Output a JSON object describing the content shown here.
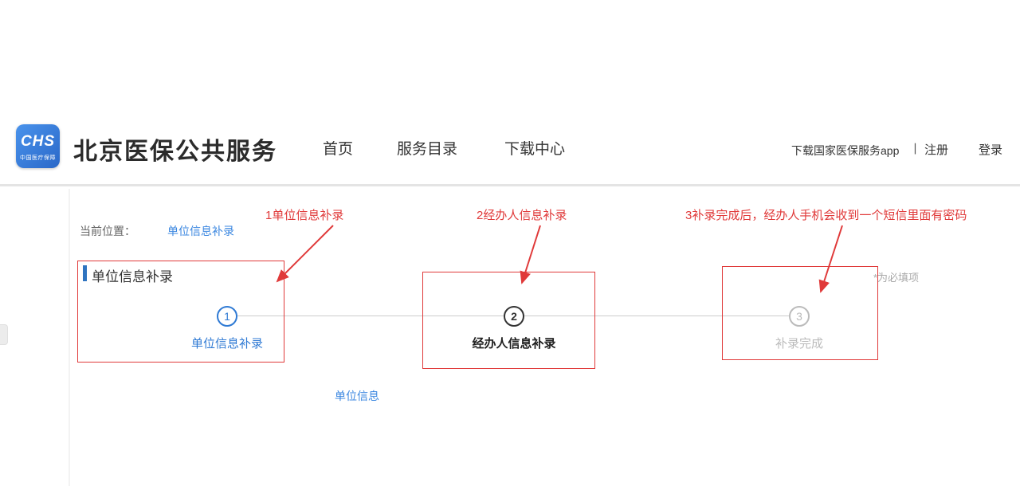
{
  "header": {
    "logo_text": "CHS",
    "logo_subtext": "中国医疗保障",
    "title": "北京医保公共服务",
    "nav": [
      {
        "label": "首页"
      },
      {
        "label": "服务目录"
      },
      {
        "label": "下载中心"
      }
    ],
    "right": {
      "download_app": "下载国家医保服务app",
      "divider": "丨",
      "register": "注册",
      "login": "登录"
    }
  },
  "breadcrumb": {
    "label": "当前位置：",
    "current": "单位信息补录"
  },
  "content": {
    "section_title": "单位信息补录",
    "required_note": "*为必填项",
    "sub_section": "单位信息"
  },
  "steps": [
    {
      "number": "1",
      "label": "单位信息补录",
      "state": "active"
    },
    {
      "number": "2",
      "label": "经办人信息补录",
      "state": "current"
    },
    {
      "number": "3",
      "label": "补录完成",
      "state": "pending"
    }
  ],
  "annotations": [
    {
      "text": "1单位信息补录"
    },
    {
      "text": "2经办人信息补录"
    },
    {
      "text": "3补录完成后，经办人手机会收到一个短信里面有密码"
    }
  ],
  "colors": {
    "accent_blue": "#3b87e0",
    "annotation_red": "#e03a3a",
    "step_active": "#2f7ad4",
    "step_current": "#333333",
    "step_pending": "#bbbbbb"
  }
}
